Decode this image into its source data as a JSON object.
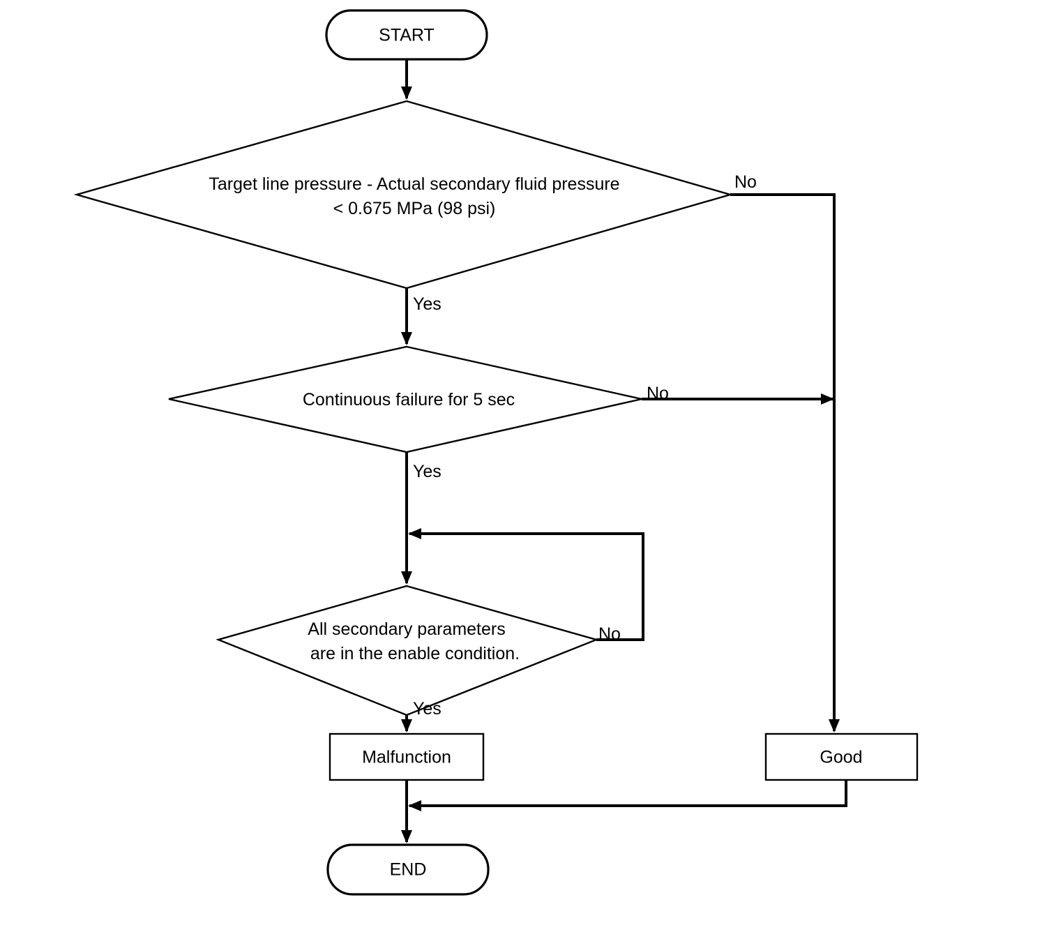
{
  "diagram": {
    "title": "Secondary fluid pressure diagnostic flowchart",
    "orientation": "top-down",
    "background_color": "#ffffff",
    "line_color": "#000000"
  },
  "nodes": {
    "start": {
      "label": "START",
      "shape": "terminator"
    },
    "decision1": {
      "line1": "Target line pressure - Actual secondary fluid pressure",
      "line2": "< 0.675 MPa (98 psi)",
      "shape": "decision"
    },
    "decision2": {
      "line1": "Continuous failure for 5 sec",
      "shape": "decision"
    },
    "decision3": {
      "line1": "All secondary parameters",
      "line2": "are in the enable condition.",
      "shape": "decision"
    },
    "malfunction": {
      "label": "Malfunction",
      "shape": "process"
    },
    "good": {
      "label": "Good",
      "shape": "process"
    },
    "end": {
      "label": "END",
      "shape": "terminator"
    }
  },
  "edge_labels": {
    "d1_no": "No",
    "d1_yes": "Yes",
    "d2_no": "No",
    "d2_yes": "Yes",
    "d3_no": "No",
    "d3_yes": "Yes"
  }
}
